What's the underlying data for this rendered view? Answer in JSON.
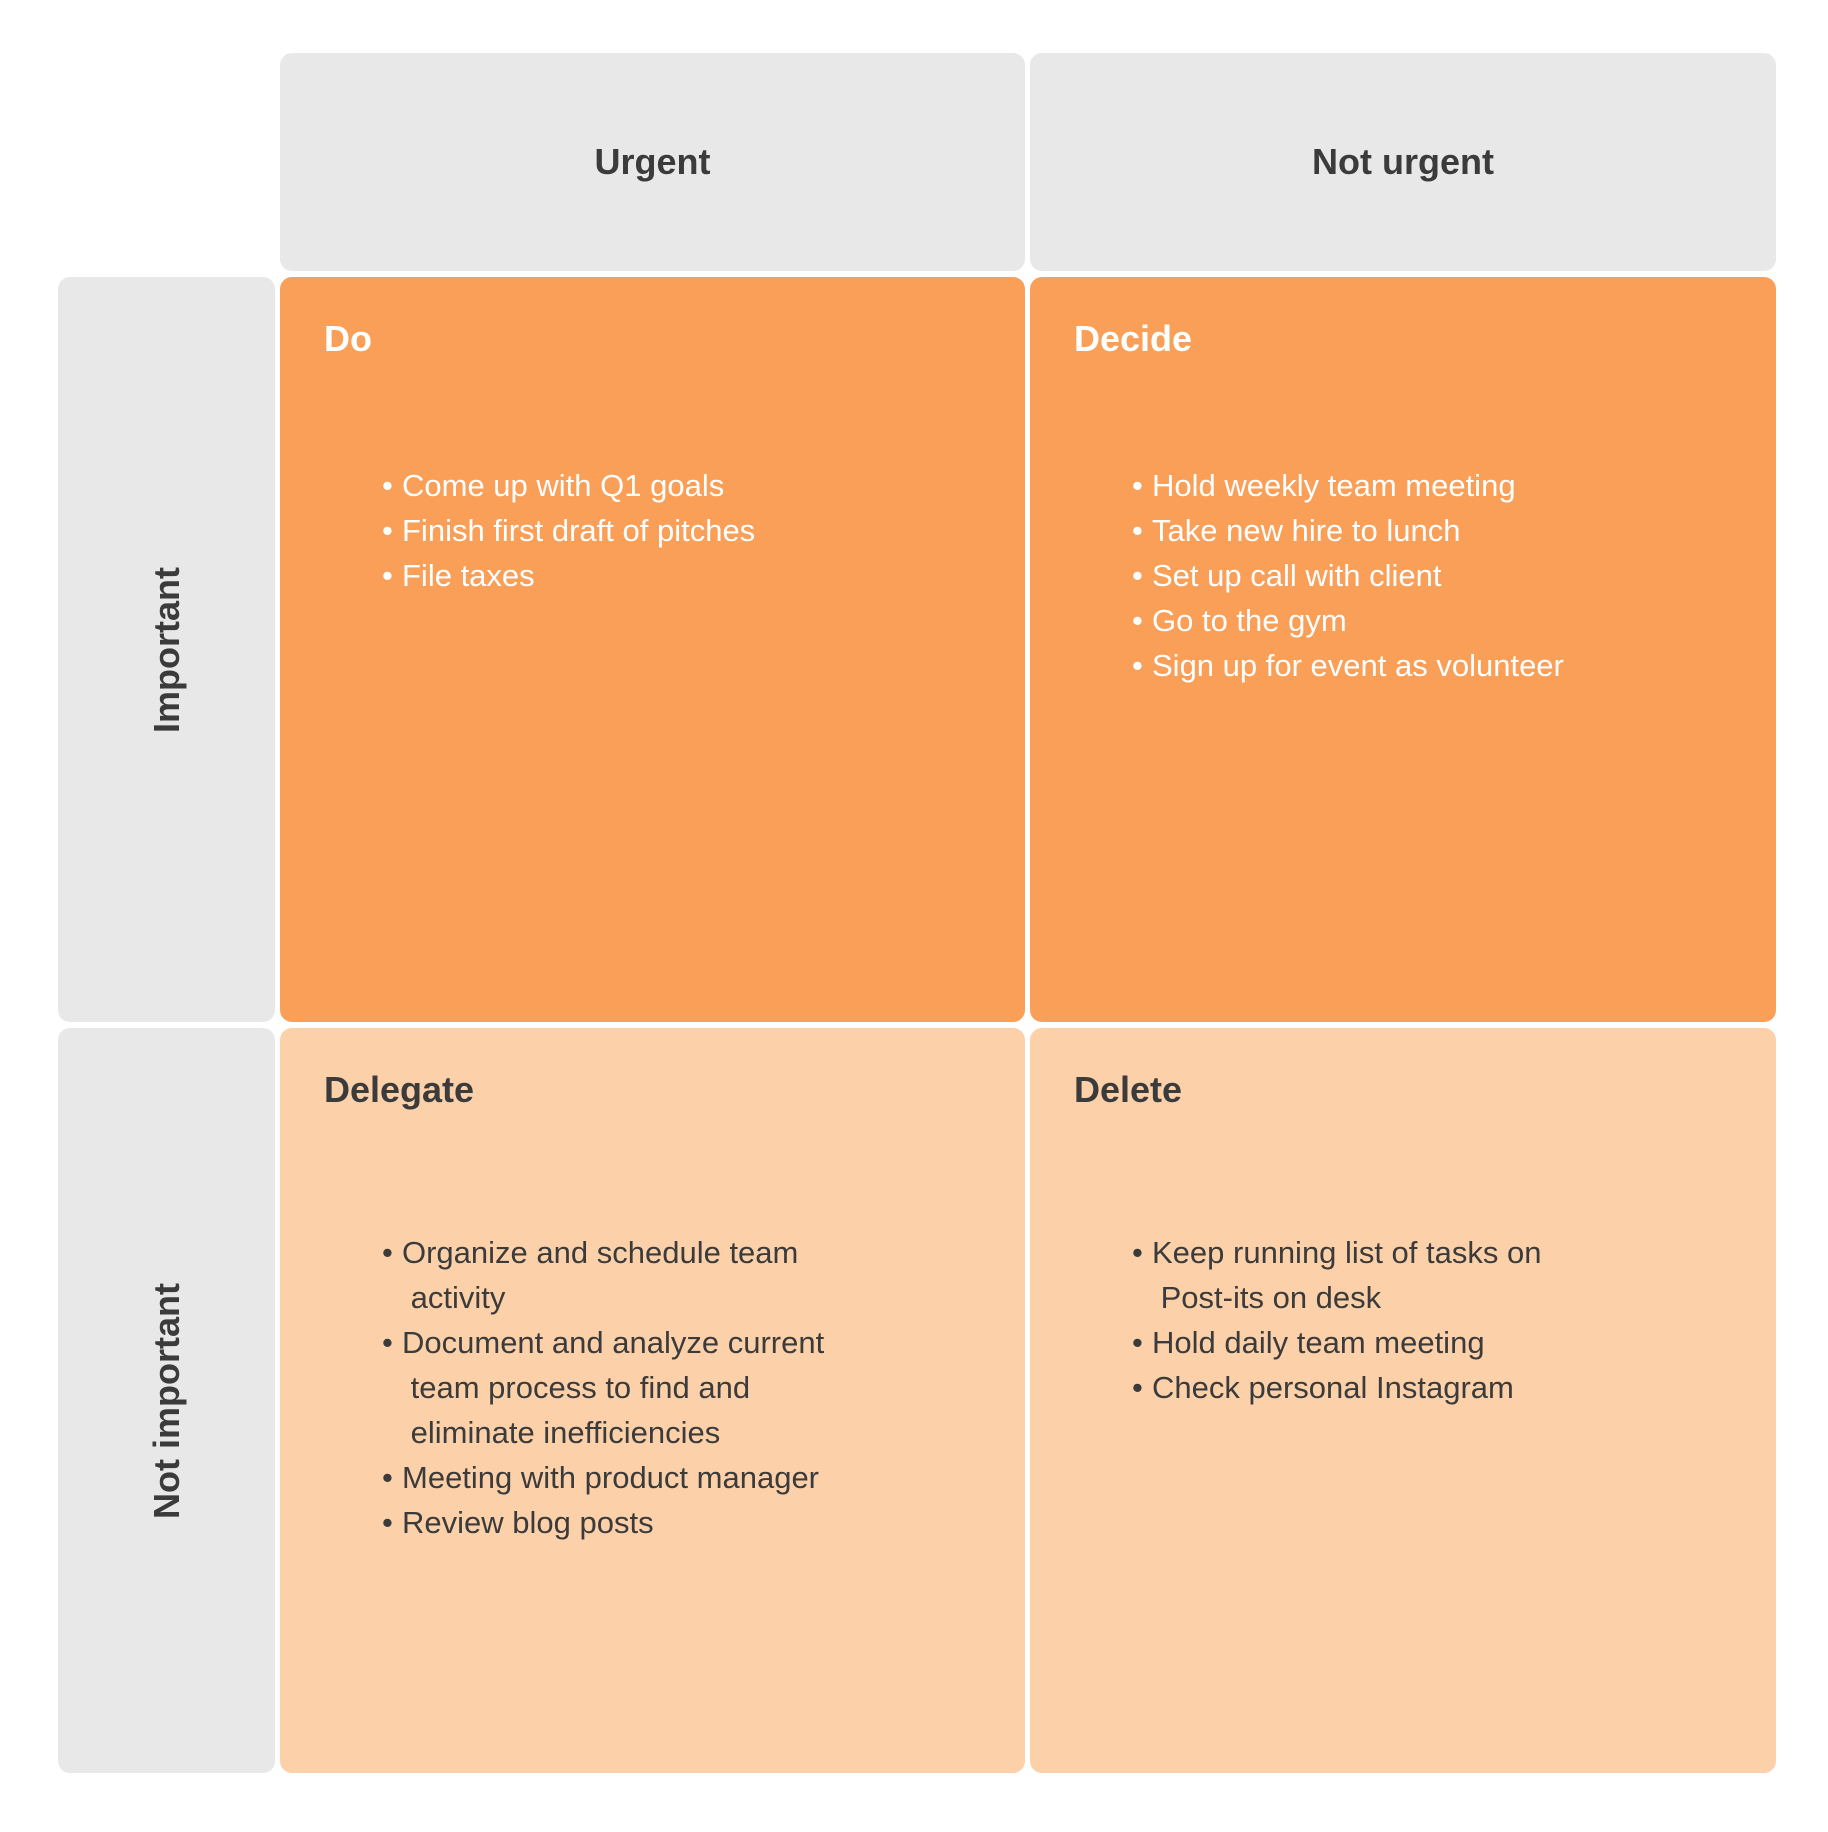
{
  "diagram": {
    "type": "eisenhower-priority-matrix",
    "colors": {
      "canvas_bg": "#ffffff",
      "header_bg": "#e8e8e8",
      "quadrant_dark_bg": "#fa9f58",
      "quadrant_light_bg": "#fcd1a9",
      "dark_text": "#3b3b3b",
      "light_text": "#ffffff"
    },
    "column_headers": [
      {
        "label": "Urgent"
      },
      {
        "label": "Not urgent"
      }
    ],
    "row_headers": [
      {
        "label": "Important"
      },
      {
        "label": "Not important"
      }
    ],
    "quadrants": [
      {
        "title": "Do",
        "tone": "dark",
        "items": [
          "Come up with Q1 goals",
          "Finish first draft of pitches",
          "File taxes"
        ]
      },
      {
        "title": "Decide",
        "tone": "dark",
        "items": [
          "Hold weekly team meeting",
          "Take new hire to lunch",
          "Set up call with client",
          "Go to the gym",
          "Sign up for event as volunteer"
        ]
      },
      {
        "title": "Delegate",
        "tone": "light",
        "items": [
          "Organize and schedule team\n activity",
          "Document and analyze current\n team process to find and\n eliminate inefficiencies",
          "Meeting with product manager",
          "Review blog posts"
        ]
      },
      {
        "title": "Delete",
        "tone": "light",
        "items": [
          "Keep running list of tasks on\n Post-its on desk",
          "Hold daily team meeting",
          "Check personal Instagram"
        ]
      }
    ]
  }
}
